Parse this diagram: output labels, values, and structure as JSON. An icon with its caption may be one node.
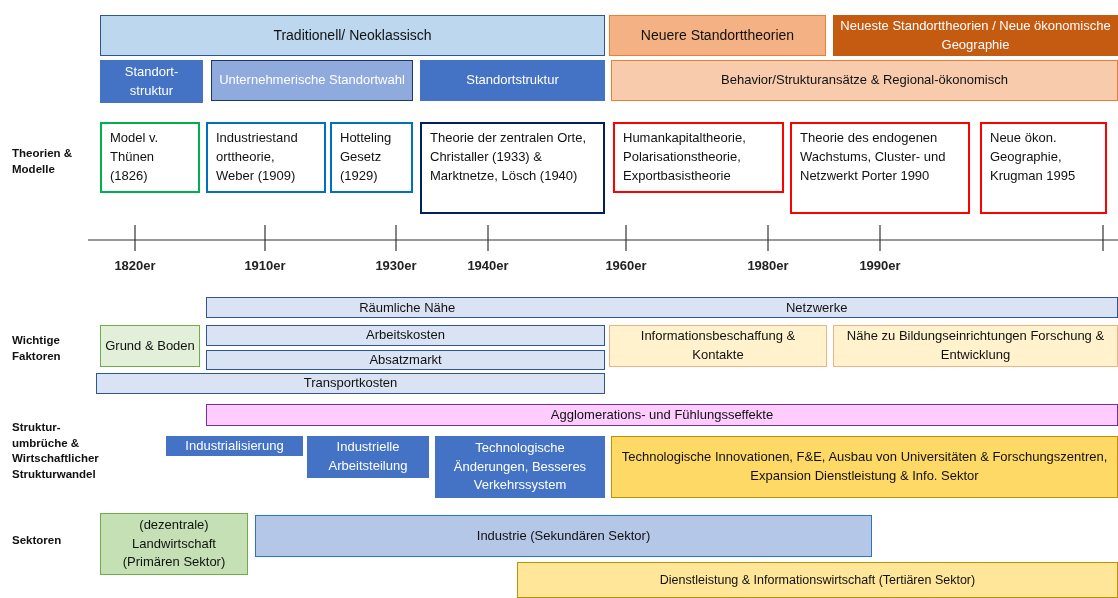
{
  "diagram": {
    "nodes": [
      {
        "text": [
          "Traditionell/ Neoklassisch"
        ]
      },
      {
        "text": [
          "Neuere Standorttheorien"
        ]
      },
      {
        "text": [
          "Neueste Standorttheorien / Neue ökonomische Geographie"
        ]
      },
      {
        "text": [
          "Standort- struktur"
        ]
      },
      {
        "text": [
          "Unternehmerische Standortwahl"
        ]
      },
      {
        "text": [
          "Standortstruktur"
        ]
      },
      {
        "text": [
          "Behavior/Strukturansätze & Regional-ökonomisch"
        ]
      },
      {
        "text": [
          "Model v. Thünen (1826)"
        ]
      },
      {
        "text": [
          "Industriestand orttheorie, Weber (1909)"
        ]
      },
      {
        "text": [
          "Hotteling Gesetz (1929)"
        ]
      },
      {
        "text": [
          "Theorie der zentralen Orte, Christaller (1933) & Marktnetze, Lösch (1940)"
        ]
      },
      {
        "text": [
          "Humankapitaltheorie, Polarisationstheorie, Exportbasistheorie"
        ]
      },
      {
        "text": [
          "Theorie des endogenen Wachstums, Cluster- und Netzwerkt Porter 1990"
        ]
      },
      {
        "text": [
          "Neue ökon. Geographie, Krugman 1995"
        ]
      },
      {
        "text": [
          "Räumliche Nähe",
          "Netzwerke"
        ]
      },
      {
        "text": [
          "Grund & Boden"
        ]
      },
      {
        "text": [
          "Arbeitskosten"
        ]
      },
      {
        "text": [
          "Informationsbeschaffung & Kontakte"
        ]
      },
      {
        "text": [
          "Nähe zu Bildungseinrichtungen Forschung & Entwicklung"
        ]
      },
      {
        "text": [
          "Absatzmarkt"
        ]
      },
      {
        "text": [
          "Transportkosten"
        ]
      },
      {
        "text": [
          "Agglomerations- und Fühlungsseffekte"
        ]
      },
      {
        "text": [
          "Industrialisierung"
        ]
      },
      {
        "text": [
          "Industrielle Arbeitsteilung"
        ]
      },
      {
        "text": [
          "Technologische Änderungen, Besseres Verkehrssystem"
        ]
      },
      {
        "text": [
          "Technologische Innovationen, F&E, Ausbau von Universitäten & Forschungszentren, Expansion Dienstleistung & Info. Sektor"
        ]
      },
      {
        "text": [
          "(dezentrale) Landwirtschaft (Primären Sektor)"
        ]
      },
      {
        "text": [
          "Industrie (Sekundären Sektor)"
        ]
      },
      {
        "text": [
          "Dienstleistung & Informationswirtschaft (Tertiären Sektor)"
        ]
      }
    ],
    "edges": [],
    "labels": [
      "Theorien & Modelle",
      "1820er",
      "1910er",
      "1930er",
      "1940er",
      "1960er",
      "1980er",
      "1990er",
      "Wichtige Faktoren",
      "Struktur- umbrüche & Wirtschaftlicher Strukturwandel",
      "Sektoren"
    ]
  }
}
